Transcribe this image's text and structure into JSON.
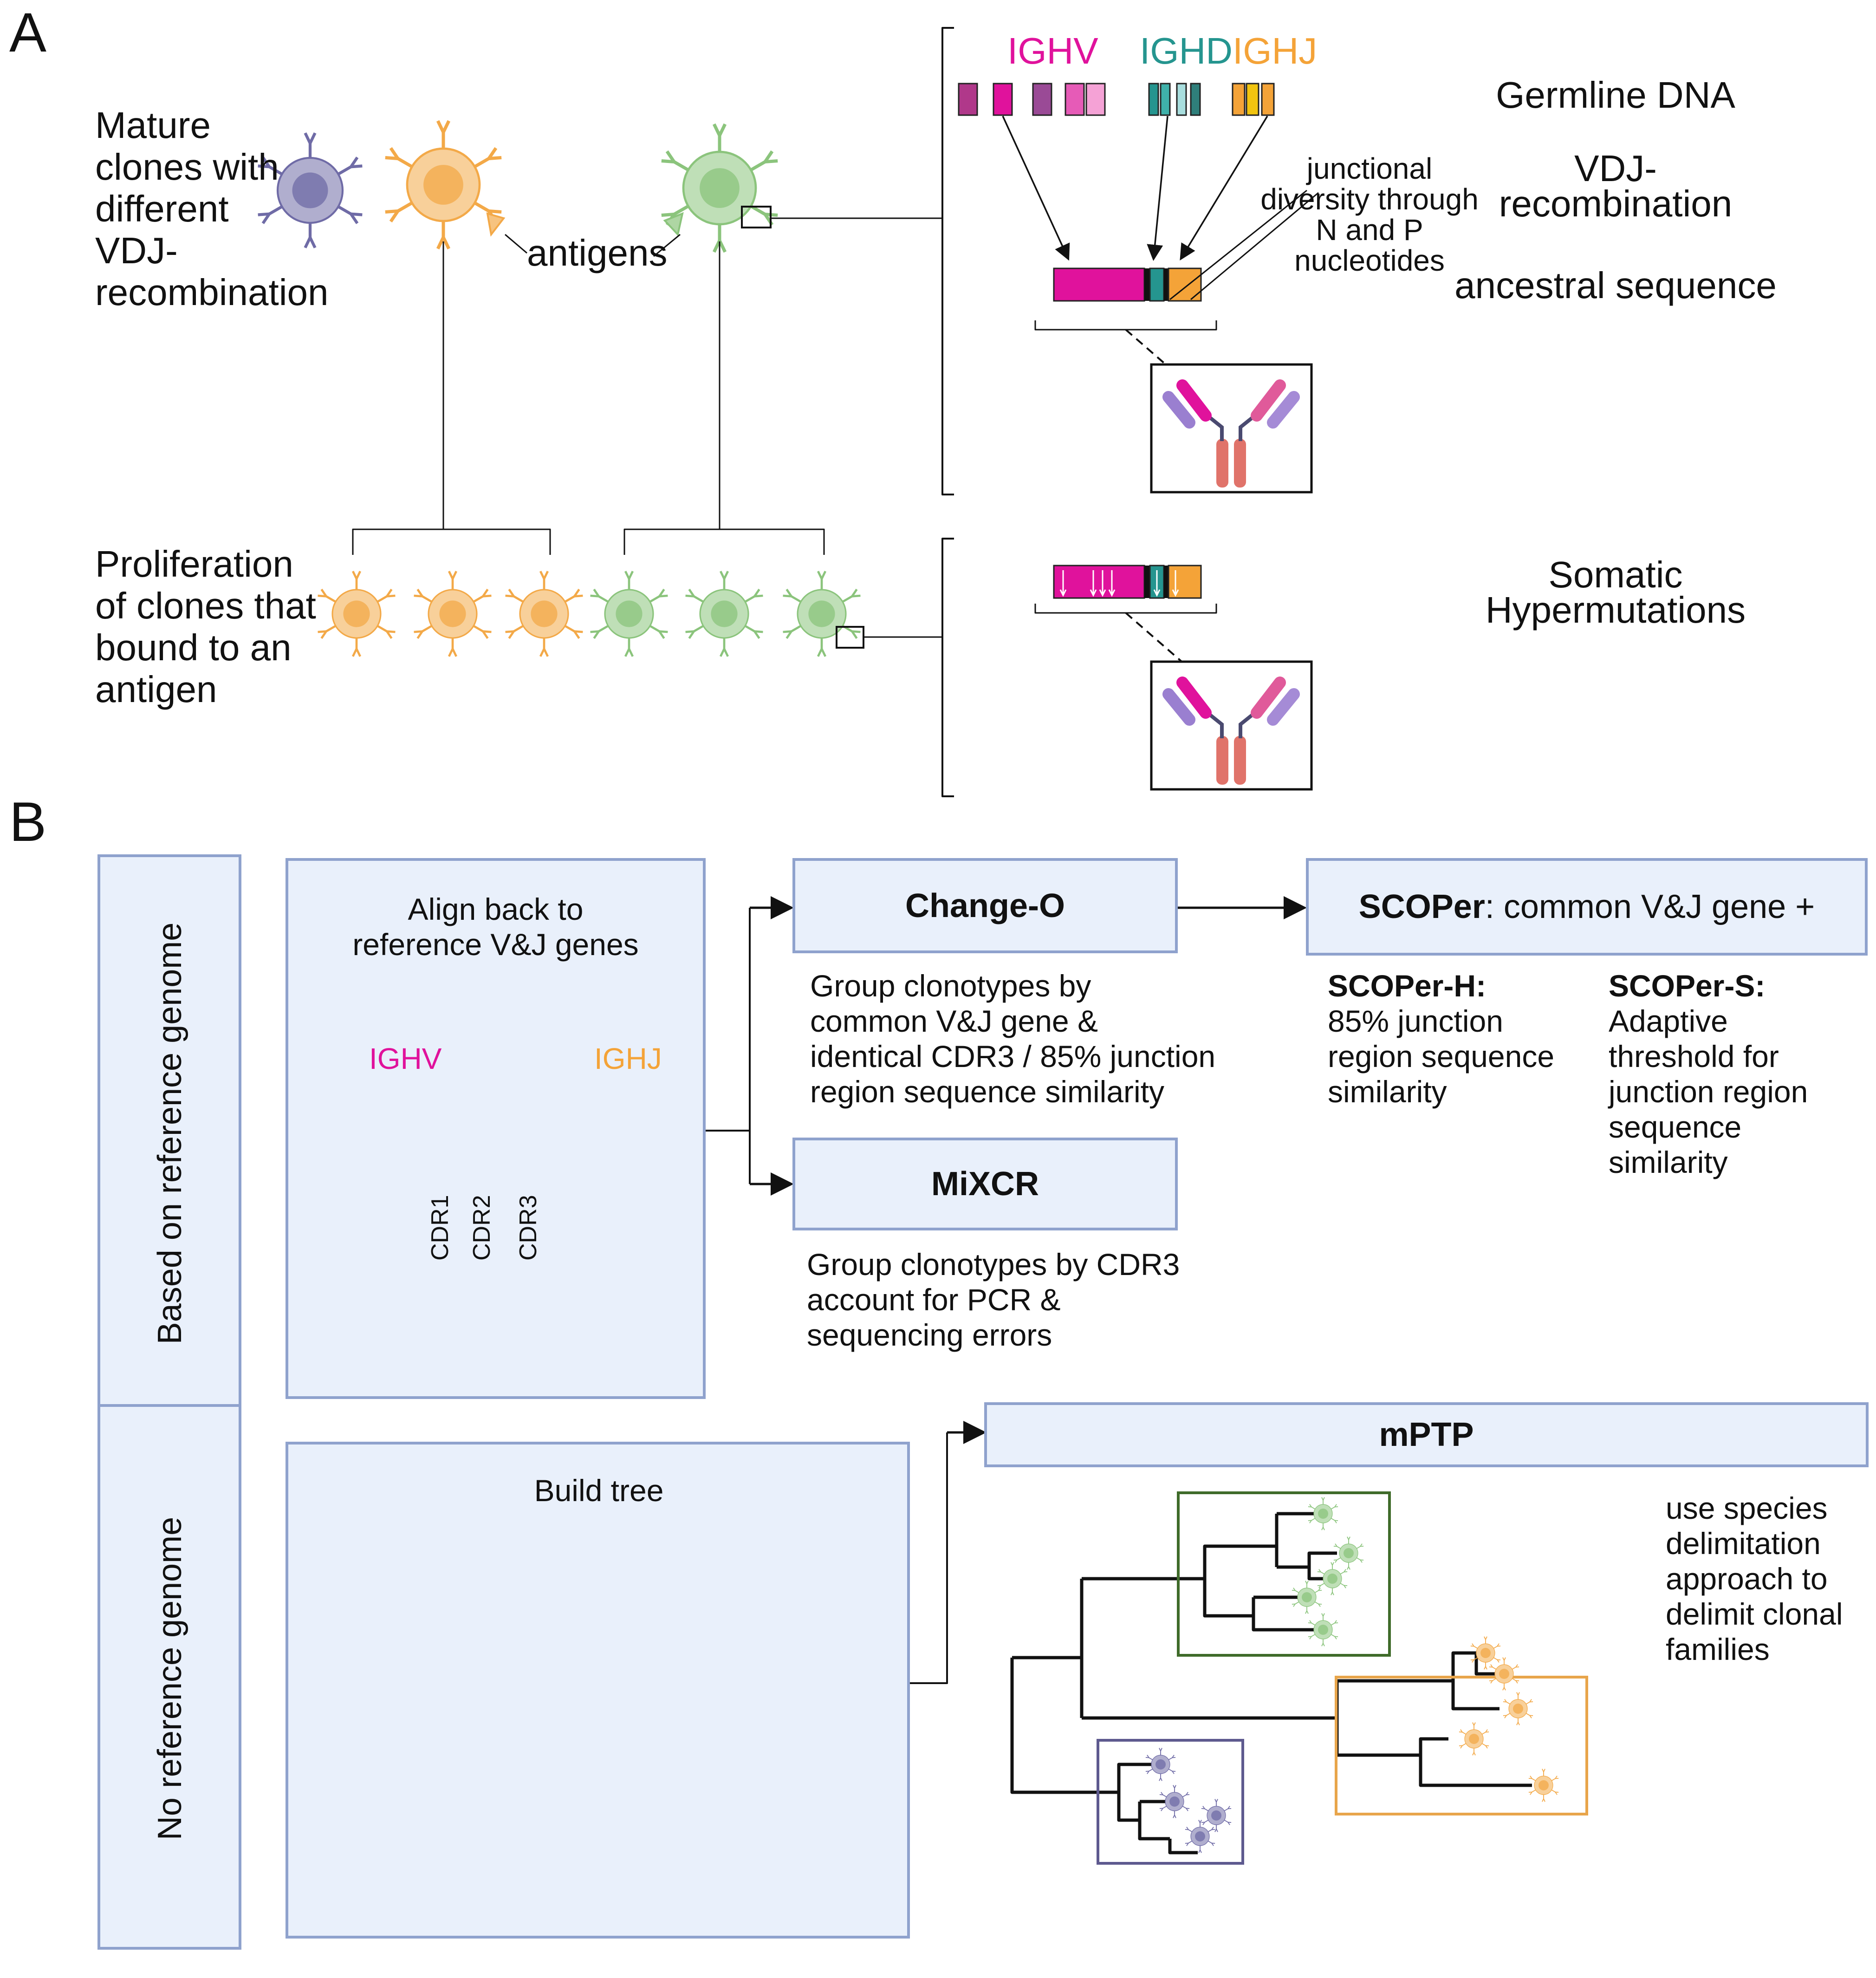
{
  "panels": {
    "a": "A",
    "b": "B"
  },
  "colors": {
    "v": "#e0129c",
    "d": "#25958f",
    "j": "#f4a338",
    "green": "#8bc47c",
    "orange": "#f3a948",
    "purple": "#6f6ba6",
    "box_fill": "#e9f0fb",
    "box_border": "#8fa2cd",
    "mptp_green": "#3f6b2a",
    "mptp_orange": "#e8a54b",
    "mptp_purple": "#5e5a8f"
  },
  "panel_a": {
    "mature_label": [
      "Mature",
      "clones with",
      "different",
      "VDJ-",
      "recombination"
    ],
    "antigens_label": "antigens",
    "proliferation_label": [
      "Proliferation",
      "of clones that",
      "bound to an",
      "antigen"
    ],
    "gene_headers": {
      "v": "IGHV",
      "d": "IGHD",
      "j": "IGHJ"
    },
    "junctional_label": [
      "junctional",
      "diversity through",
      "N and P",
      "nucleotides"
    ],
    "germline_label": "Germline DNA",
    "vdj_label": [
      "VDJ-",
      "recombination"
    ],
    "ancestral_label": "ancestral sequence",
    "shm_label": [
      "Somatic",
      "Hypermutations"
    ]
  },
  "panel_b": {
    "ref_label": "Based on reference genome",
    "noref_label": "No  reference genome",
    "align_label": [
      "Align back to",
      "reference V&J genes"
    ],
    "align_genes": {
      "v": "IGHV",
      "j": "IGHJ"
    },
    "cdr_labels": [
      "CDR1",
      "CDR2",
      "CDR3"
    ],
    "changeo_title": "Change-O",
    "changeo_desc": [
      "Group clonotypes by",
      "common V&J gene &",
      "identical CDR3 / 85% junction",
      "region sequence similarity"
    ],
    "mixcr_title": "MiXCR",
    "mixcr_desc": [
      "Group clonotypes by CDR3",
      "account for PCR &",
      "sequencing errors"
    ],
    "scoper_title_bold": "SCOPer",
    "scoper_title_rest": ": common V&J gene +",
    "scoper_h_title": "SCOPer-H:",
    "scoper_h_desc": [
      "85% junction",
      "region sequence",
      "similarity"
    ],
    "scoper_s_title": "SCOPer-S:",
    "scoper_s_desc": [
      "Adaptive",
      "threshold for",
      "junction region",
      "sequence",
      "similarity"
    ],
    "build_tree_label": "Build tree",
    "mptp_title": "mPTP",
    "mptp_desc": [
      "use species",
      "delimitation",
      "approach to",
      "delimit clonal",
      "families"
    ]
  }
}
